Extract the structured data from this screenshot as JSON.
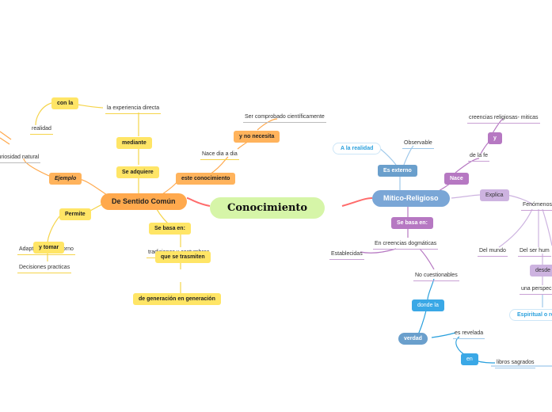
{
  "center": "Conocimiento",
  "left_hub": "De Sentido Común",
  "right_hub": "Mítico-Religioso",
  "left": {
    "con_la": "con la",
    "experiencia": "la experiencia directa",
    "realidad": "realidad",
    "mediante": "mediante",
    "curiosidad": "curiosidad natural",
    "ejemplo": "Ejemplo",
    "se_adquiere": "Se adquiere",
    "permite": "Permite",
    "adaptarnos": "Adaptarnos al entorno",
    "y_tomar": "y tomar",
    "decisiones": "Decisiones practicas",
    "ser_comprobado": "Ser comprobado científicamente",
    "no_necesita": "y no necesita",
    "nace_dia": "Nace dia a dia",
    "este_conocimiento": "este conocimiento",
    "se_basa_en": "Se basa en:",
    "tradiciones": "tradiciones y costumbres",
    "que_se": "que se trasmiten",
    "generacion": "de generación en generación"
  },
  "right": {
    "a_la_realidad": "A la realidad",
    "observable": "Observable",
    "es_externo": "Es externo",
    "creencias_religiosas": "creencias religiosas- miticas",
    "y": "y",
    "de_la_fe": "de la fe",
    "nace": "Nace",
    "explica": "Explica",
    "fenomenos": "Fenómenos",
    "se_basa_en": "Se basa en:",
    "creencias_dogmaticas": "En creencias dogmáticas",
    "establecidas": "Establecidas",
    "no_cuestionables": "No cuestionables",
    "del_mundo": "Del mundo",
    "del_ser": "Del ser hum",
    "desde": "desde",
    "una_perspectiva": "una perspec",
    "espiritual": "Espiritual o re",
    "donde_la": "donde la",
    "verdad": "verdad",
    "es_revelada": "es revelada",
    "en": "en",
    "libros": "libros sagrados"
  },
  "colors": {
    "yellow": "#ffe566",
    "orange": "#ffa94d",
    "purple": "#b678c2",
    "blue": "#3aa8e6",
    "green": "#d6f5a8"
  }
}
